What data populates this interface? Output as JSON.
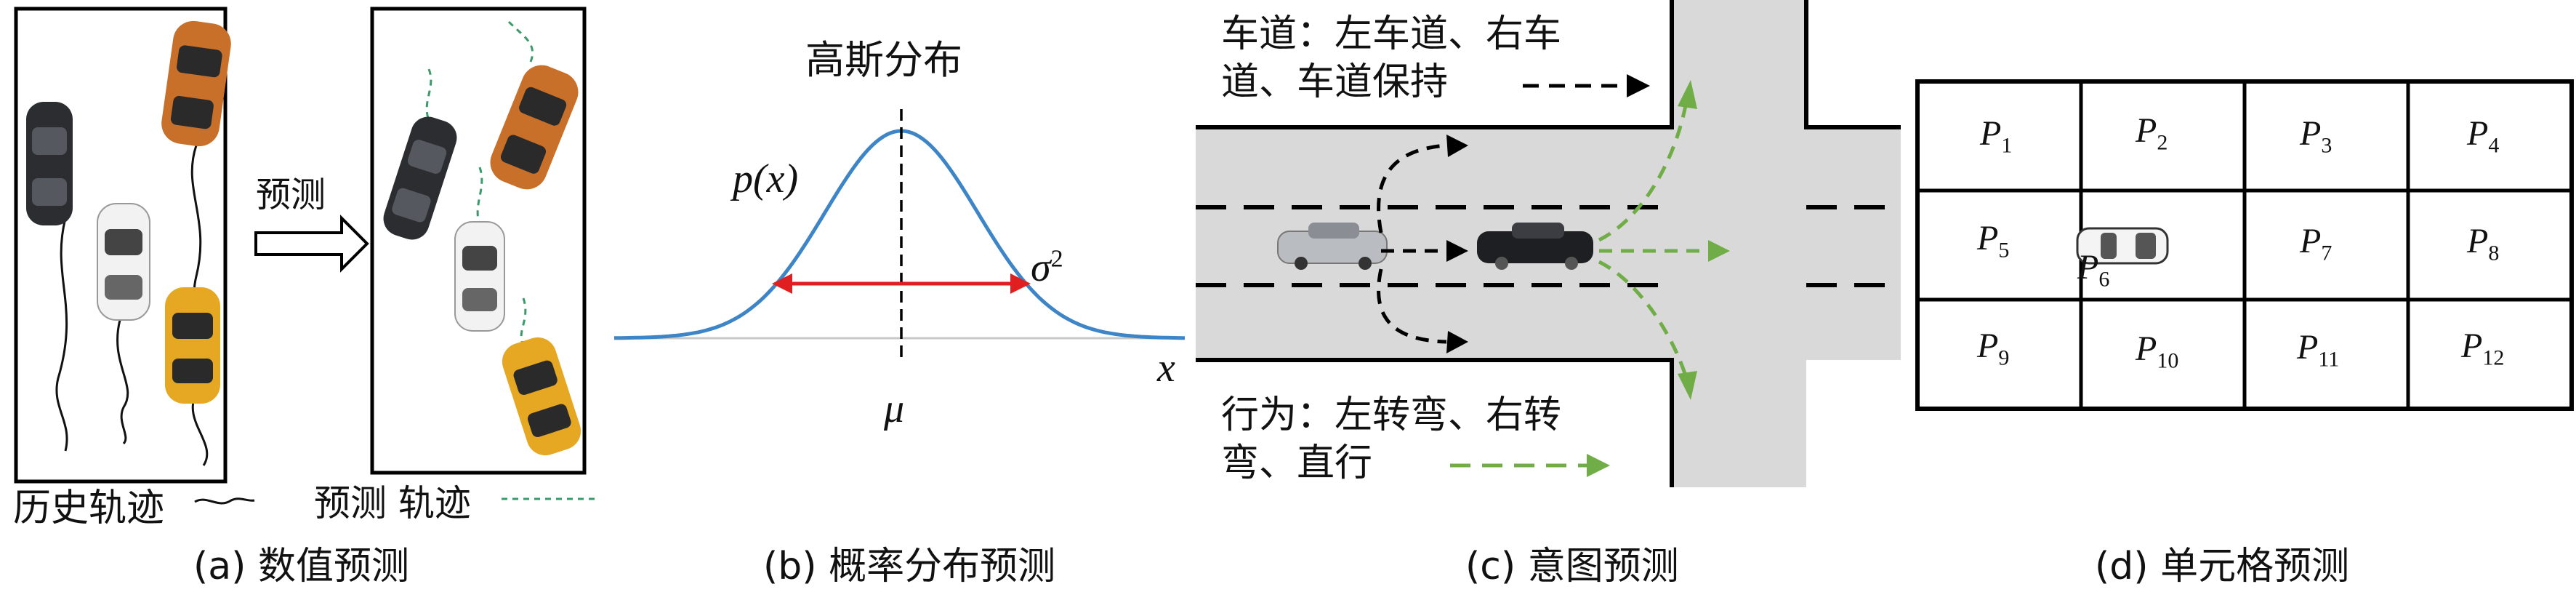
{
  "panel_a": {
    "arrow_label": "预测",
    "legend_history": "历史轨迹",
    "legend_predicted": "预测 轨迹",
    "caption": "(a) 数值预测",
    "colors": {
      "car_orange": "#c8702a",
      "car_dark": "#2b2d31",
      "car_white": "#f2f2f2",
      "car_yellow": "#e6a823",
      "predicted_dash": "#3a9a6a"
    }
  },
  "panel_b": {
    "title": "高斯分布",
    "px_label": "p(x)",
    "sigma_label": "σ",
    "sigma_sup": "2",
    "mu_label": "μ",
    "x_label": "x",
    "caption": "(b) 概率分布预测",
    "colors": {
      "curve": "#3d85c6",
      "sigma_arrow": "#e02020"
    }
  },
  "panel_c": {
    "lane_text_line1": "车道：左车道、右车",
    "lane_text_line2": "道、车道保持",
    "behavior_text_line1": "行为：左转弯、右转",
    "behavior_text_line2": "弯、直行",
    "caption": "(c) 意图预测",
    "colors": {
      "road": "#d9d9d9",
      "behavior_arrow": "#70ad47",
      "lane_arrow": "#000000"
    }
  },
  "panel_d": {
    "cells": [
      {
        "label": "P",
        "sub": "1"
      },
      {
        "label": "P",
        "sub": "2"
      },
      {
        "label": "P",
        "sub": "3"
      },
      {
        "label": "P",
        "sub": "4"
      },
      {
        "label": "P",
        "sub": "5"
      },
      {
        "label": "P",
        "sub": "6"
      },
      {
        "label": "P",
        "sub": "7"
      },
      {
        "label": "P",
        "sub": "8"
      },
      {
        "label": "P",
        "sub": "9"
      },
      {
        "label": "P",
        "sub": "10"
      },
      {
        "label": "P",
        "sub": "11"
      },
      {
        "label": "P",
        "sub": "12"
      }
    ],
    "caption": "(d) 单元格预测"
  }
}
